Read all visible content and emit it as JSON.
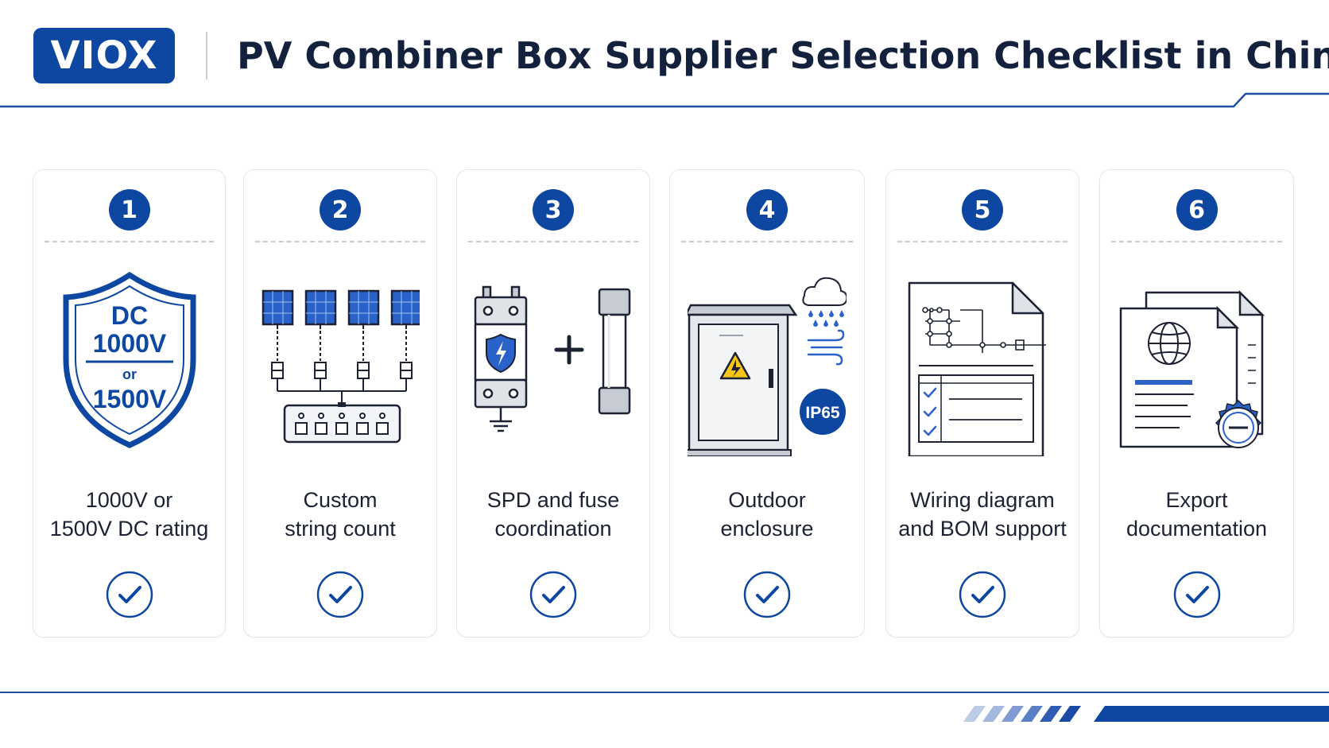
{
  "header": {
    "logo": "VIOX",
    "title": "PV Combiner Box Supplier Selection Checklist in China"
  },
  "colors": {
    "brand_blue": "#0d47a1",
    "line_blue": "#1e4fa0",
    "solar_blue": "#2a62c9",
    "warning_yellow": "#f5c518",
    "card_border": "#e2e6ec"
  },
  "cards": [
    {
      "number": "1",
      "label_line1": "1000V or",
      "label_line2": "1500V DC rating",
      "icon": "voltage-shield-icon",
      "illus": {
        "line1": "DC",
        "line2": "1000V",
        "line3": "or",
        "line4": "1500V"
      }
    },
    {
      "number": "2",
      "label_line1": "Custom",
      "label_line2": "string count",
      "icon": "solar-strings-icon"
    },
    {
      "number": "3",
      "label_line1": "SPD and fuse",
      "label_line2": "coordination",
      "icon": "spd-fuse-icon"
    },
    {
      "number": "4",
      "label_line1": "Outdoor",
      "label_line2": "enclosure",
      "icon": "outdoor-cabinet-icon",
      "illus": {
        "badge": "IP65"
      }
    },
    {
      "number": "5",
      "label_line1": "Wiring diagram",
      "label_line2": "and BOM support",
      "icon": "wiring-document-icon"
    },
    {
      "number": "6",
      "label_line1": "Export",
      "label_line2": "documentation",
      "icon": "export-certificate-icon"
    }
  ]
}
